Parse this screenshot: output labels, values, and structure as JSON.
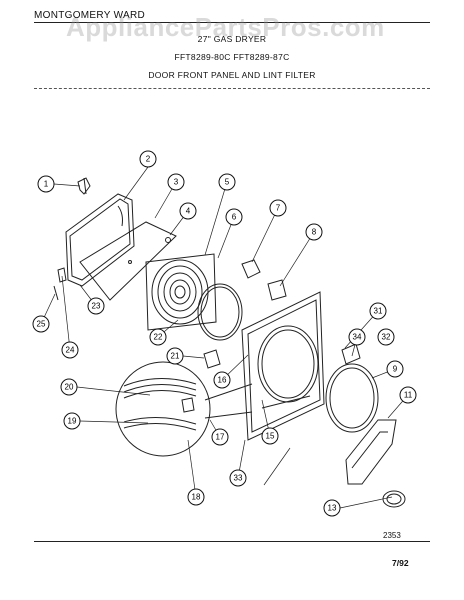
{
  "header": {
    "brand": "MONTGOMERY WARD",
    "watermark": "AppliancePartsPros.com",
    "line1": "27\" GAS DRYER",
    "line2": "FFT8289-80C  FFT8289-87C",
    "line3": "DOOR FRONT PANEL AND LINT FILTER"
  },
  "footer": {
    "code": "2353",
    "date": "7/92"
  },
  "callouts": [
    "1",
    "2",
    "3",
    "4",
    "5",
    "6",
    "7",
    "8",
    "9",
    "11",
    "13",
    "15",
    "16",
    "17",
    "18",
    "19",
    "20",
    "21",
    "22",
    "23",
    "24",
    "25",
    "31",
    "32",
    "33",
    "34"
  ]
}
